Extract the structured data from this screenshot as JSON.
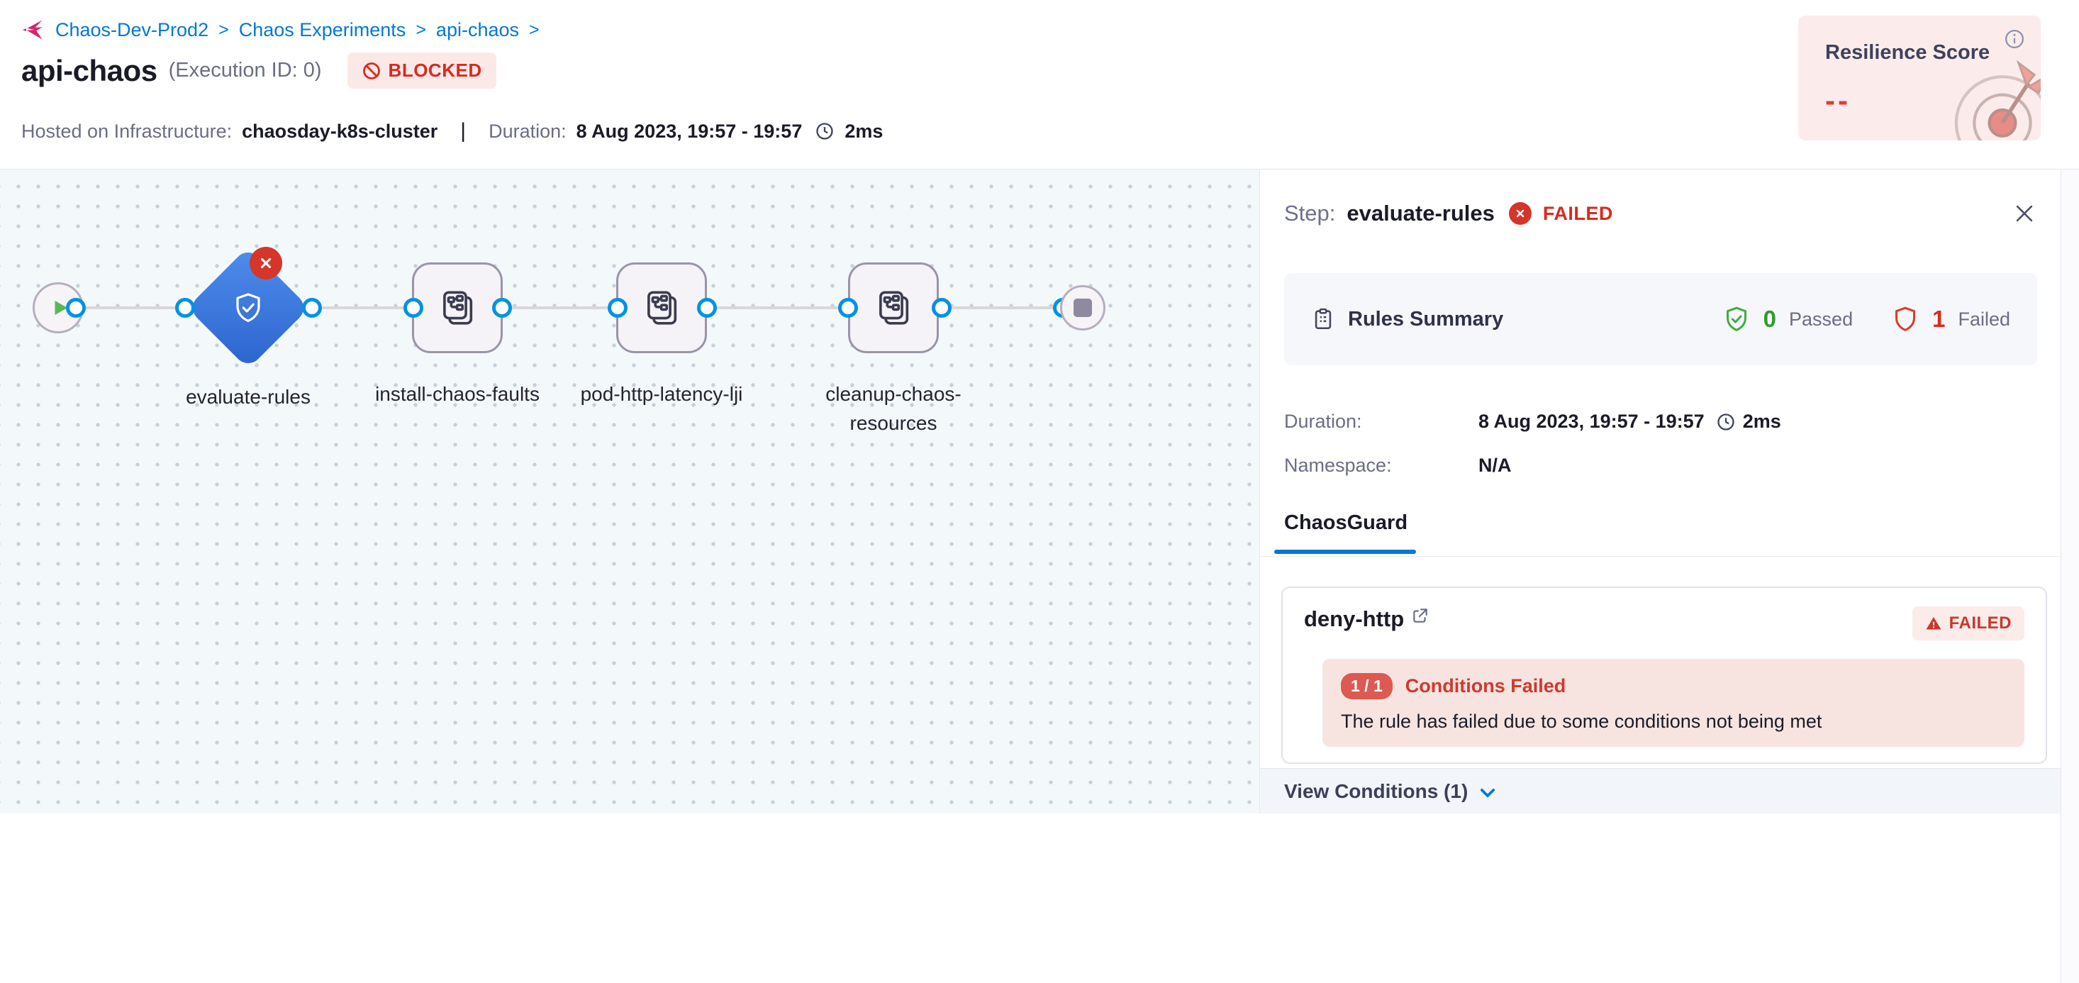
{
  "header": {
    "breadcrumb": {
      "items": [
        "Chaos-Dev-Prod2",
        "Chaos Experiments",
        "api-chaos"
      ],
      "separator": ">"
    },
    "title": "api-chaos",
    "execution_id": "(Execution ID: 0)",
    "status_badge": "BLOCKED",
    "infra_label": "Hosted on Infrastructure:",
    "infra_value": "chaosday-k8s-cluster",
    "duration_label": "Duration:",
    "duration_value": "8 Aug 2023, 19:57 - 19:57",
    "duration_ms": "2ms",
    "resilience": {
      "title": "Resilience Score",
      "value": "--"
    }
  },
  "pipeline": {
    "nodes": [
      {
        "type": "start"
      },
      {
        "type": "guard",
        "label": "evaluate-rules",
        "status": "failed"
      },
      {
        "type": "task",
        "label": "install-chaos-faults"
      },
      {
        "type": "task",
        "label": "pod-http-latency-lji"
      },
      {
        "type": "task",
        "label": "cleanup-chaos-resources"
      },
      {
        "type": "end"
      }
    ]
  },
  "panel": {
    "step_label": "Step:",
    "step_name": "evaluate-rules",
    "step_status": "FAILED",
    "rules_summary": {
      "title": "Rules Summary",
      "passed_count": "0",
      "passed_label": "Passed",
      "failed_count": "1",
      "failed_label": "Failed"
    },
    "duration_label": "Duration:",
    "duration_value": "8 Aug 2023, 19:57 - 19:57",
    "duration_ms": "2ms",
    "namespace_label": "Namespace:",
    "namespace_value": "N/A",
    "tab": "ChaosGuard",
    "rule_card": {
      "name": "deny-http",
      "status": "FAILED",
      "conditions_ratio": "1 / 1",
      "conditions_title": "Conditions Failed",
      "conditions_message": "The rule has failed due to some conditions not being met"
    },
    "view_conditions": "View Conditions (1)"
  },
  "icons": {
    "logo": "chaos-logo-icon",
    "blocked": "prohibition-icon",
    "clock": "clock-icon",
    "info": "info-icon",
    "target": "target-dart-illustration",
    "play": "play-icon",
    "stop": "stop-icon",
    "shield_check": "shield-check-icon",
    "fail_x": "x-circle-icon",
    "task": "manifest-icon",
    "clipboard": "clipboard-icon",
    "external_link": "external-link-icon",
    "warning": "warning-triangle-icon",
    "close": "close-icon",
    "chevron": "chevron-down-icon"
  },
  "colors": {
    "accent_blue": "#0278d5",
    "error_red": "#da291d",
    "success_green": "#42ab45",
    "diamond_blue_top": "#4f8dec",
    "diamond_blue_bottom": "#2c64cd",
    "canvas_bg": "#f3f8fb",
    "pink_bg": "#fbe9e7"
  }
}
